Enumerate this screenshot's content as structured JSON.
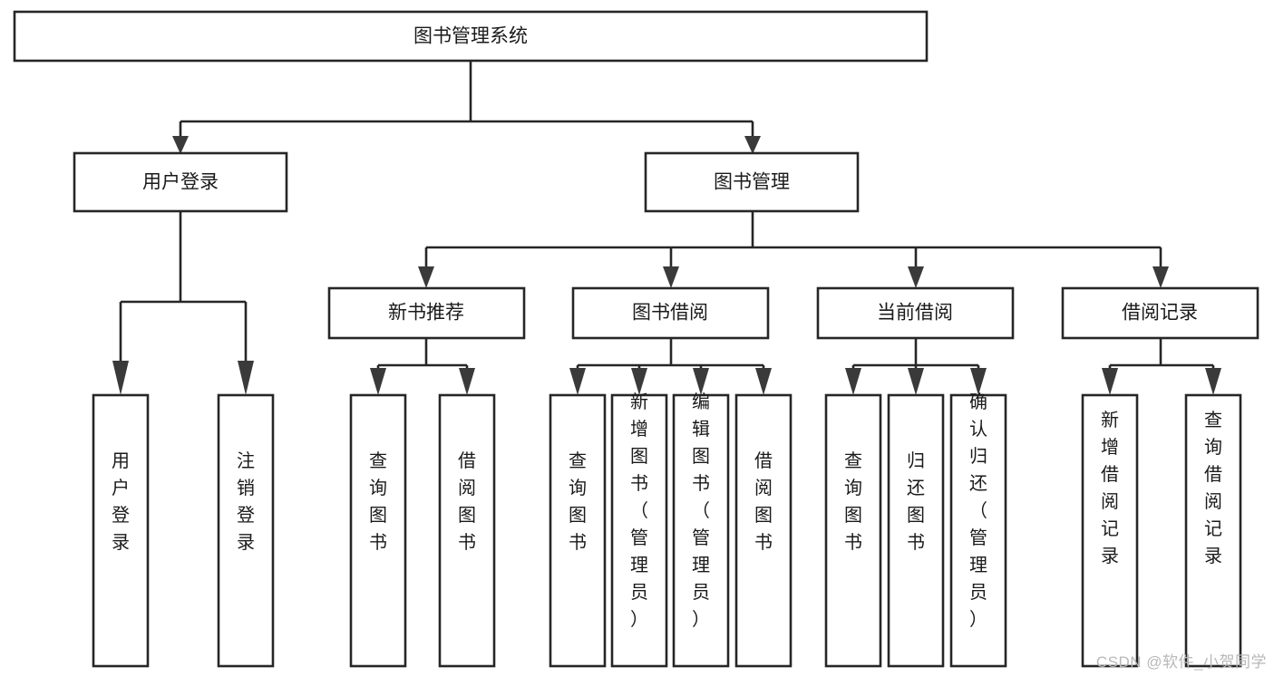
{
  "diagram": {
    "type": "tree-hierarchy-chart",
    "title": "图书管理系统",
    "root": {
      "label": "图书管理系统",
      "name": "root-node"
    },
    "level2": [
      {
        "label": "用户登录",
        "name": "node-user-login"
      },
      {
        "label": "图书管理",
        "name": "node-book-management"
      }
    ],
    "level3": [
      {
        "label": "新书推荐",
        "name": "node-new-book-recommend"
      },
      {
        "label": "图书借阅",
        "name": "node-book-borrow"
      },
      {
        "label": "当前借阅",
        "name": "node-current-borrow"
      },
      {
        "label": "借阅记录",
        "name": "node-borrow-record"
      }
    ],
    "leaves": {
      "user_login": [
        {
          "label": "用户登录",
          "name": "leaf-user-login"
        },
        {
          "label": "注销登录",
          "name": "leaf-logout"
        }
      ],
      "new_book_recommend": [
        {
          "label": "查询图书",
          "name": "leaf-query-book-1"
        },
        {
          "label": "借阅图书",
          "name": "leaf-borrow-book-1"
        }
      ],
      "book_borrow": [
        {
          "label": "查询图书",
          "name": "leaf-query-book-2"
        },
        {
          "label": "新增图书（管理员）",
          "name": "leaf-add-book-admin"
        },
        {
          "label": "编辑图书（管理员）",
          "name": "leaf-edit-book-admin"
        },
        {
          "label": "借阅图书",
          "name": "leaf-borrow-book-2"
        }
      ],
      "current_borrow": [
        {
          "label": "查询图书",
          "name": "leaf-query-book-3"
        },
        {
          "label": "归还图书",
          "name": "leaf-return-book"
        },
        {
          "label": "确认归还（管理员）",
          "name": "leaf-confirm-return-admin"
        }
      ],
      "borrow_record": [
        {
          "label": "新增借阅记录",
          "name": "leaf-add-borrow-record"
        },
        {
          "label": "查询借阅记录",
          "name": "leaf-query-borrow-record"
        }
      ]
    },
    "colors": {
      "box_stroke": "#262626",
      "box_fill": "#ffffff",
      "text": "#1a1a1a",
      "background": "#ffffff",
      "watermark": "#b8b8b8"
    }
  },
  "watermark": {
    "text": "CSDN @软件_小贺同学"
  }
}
